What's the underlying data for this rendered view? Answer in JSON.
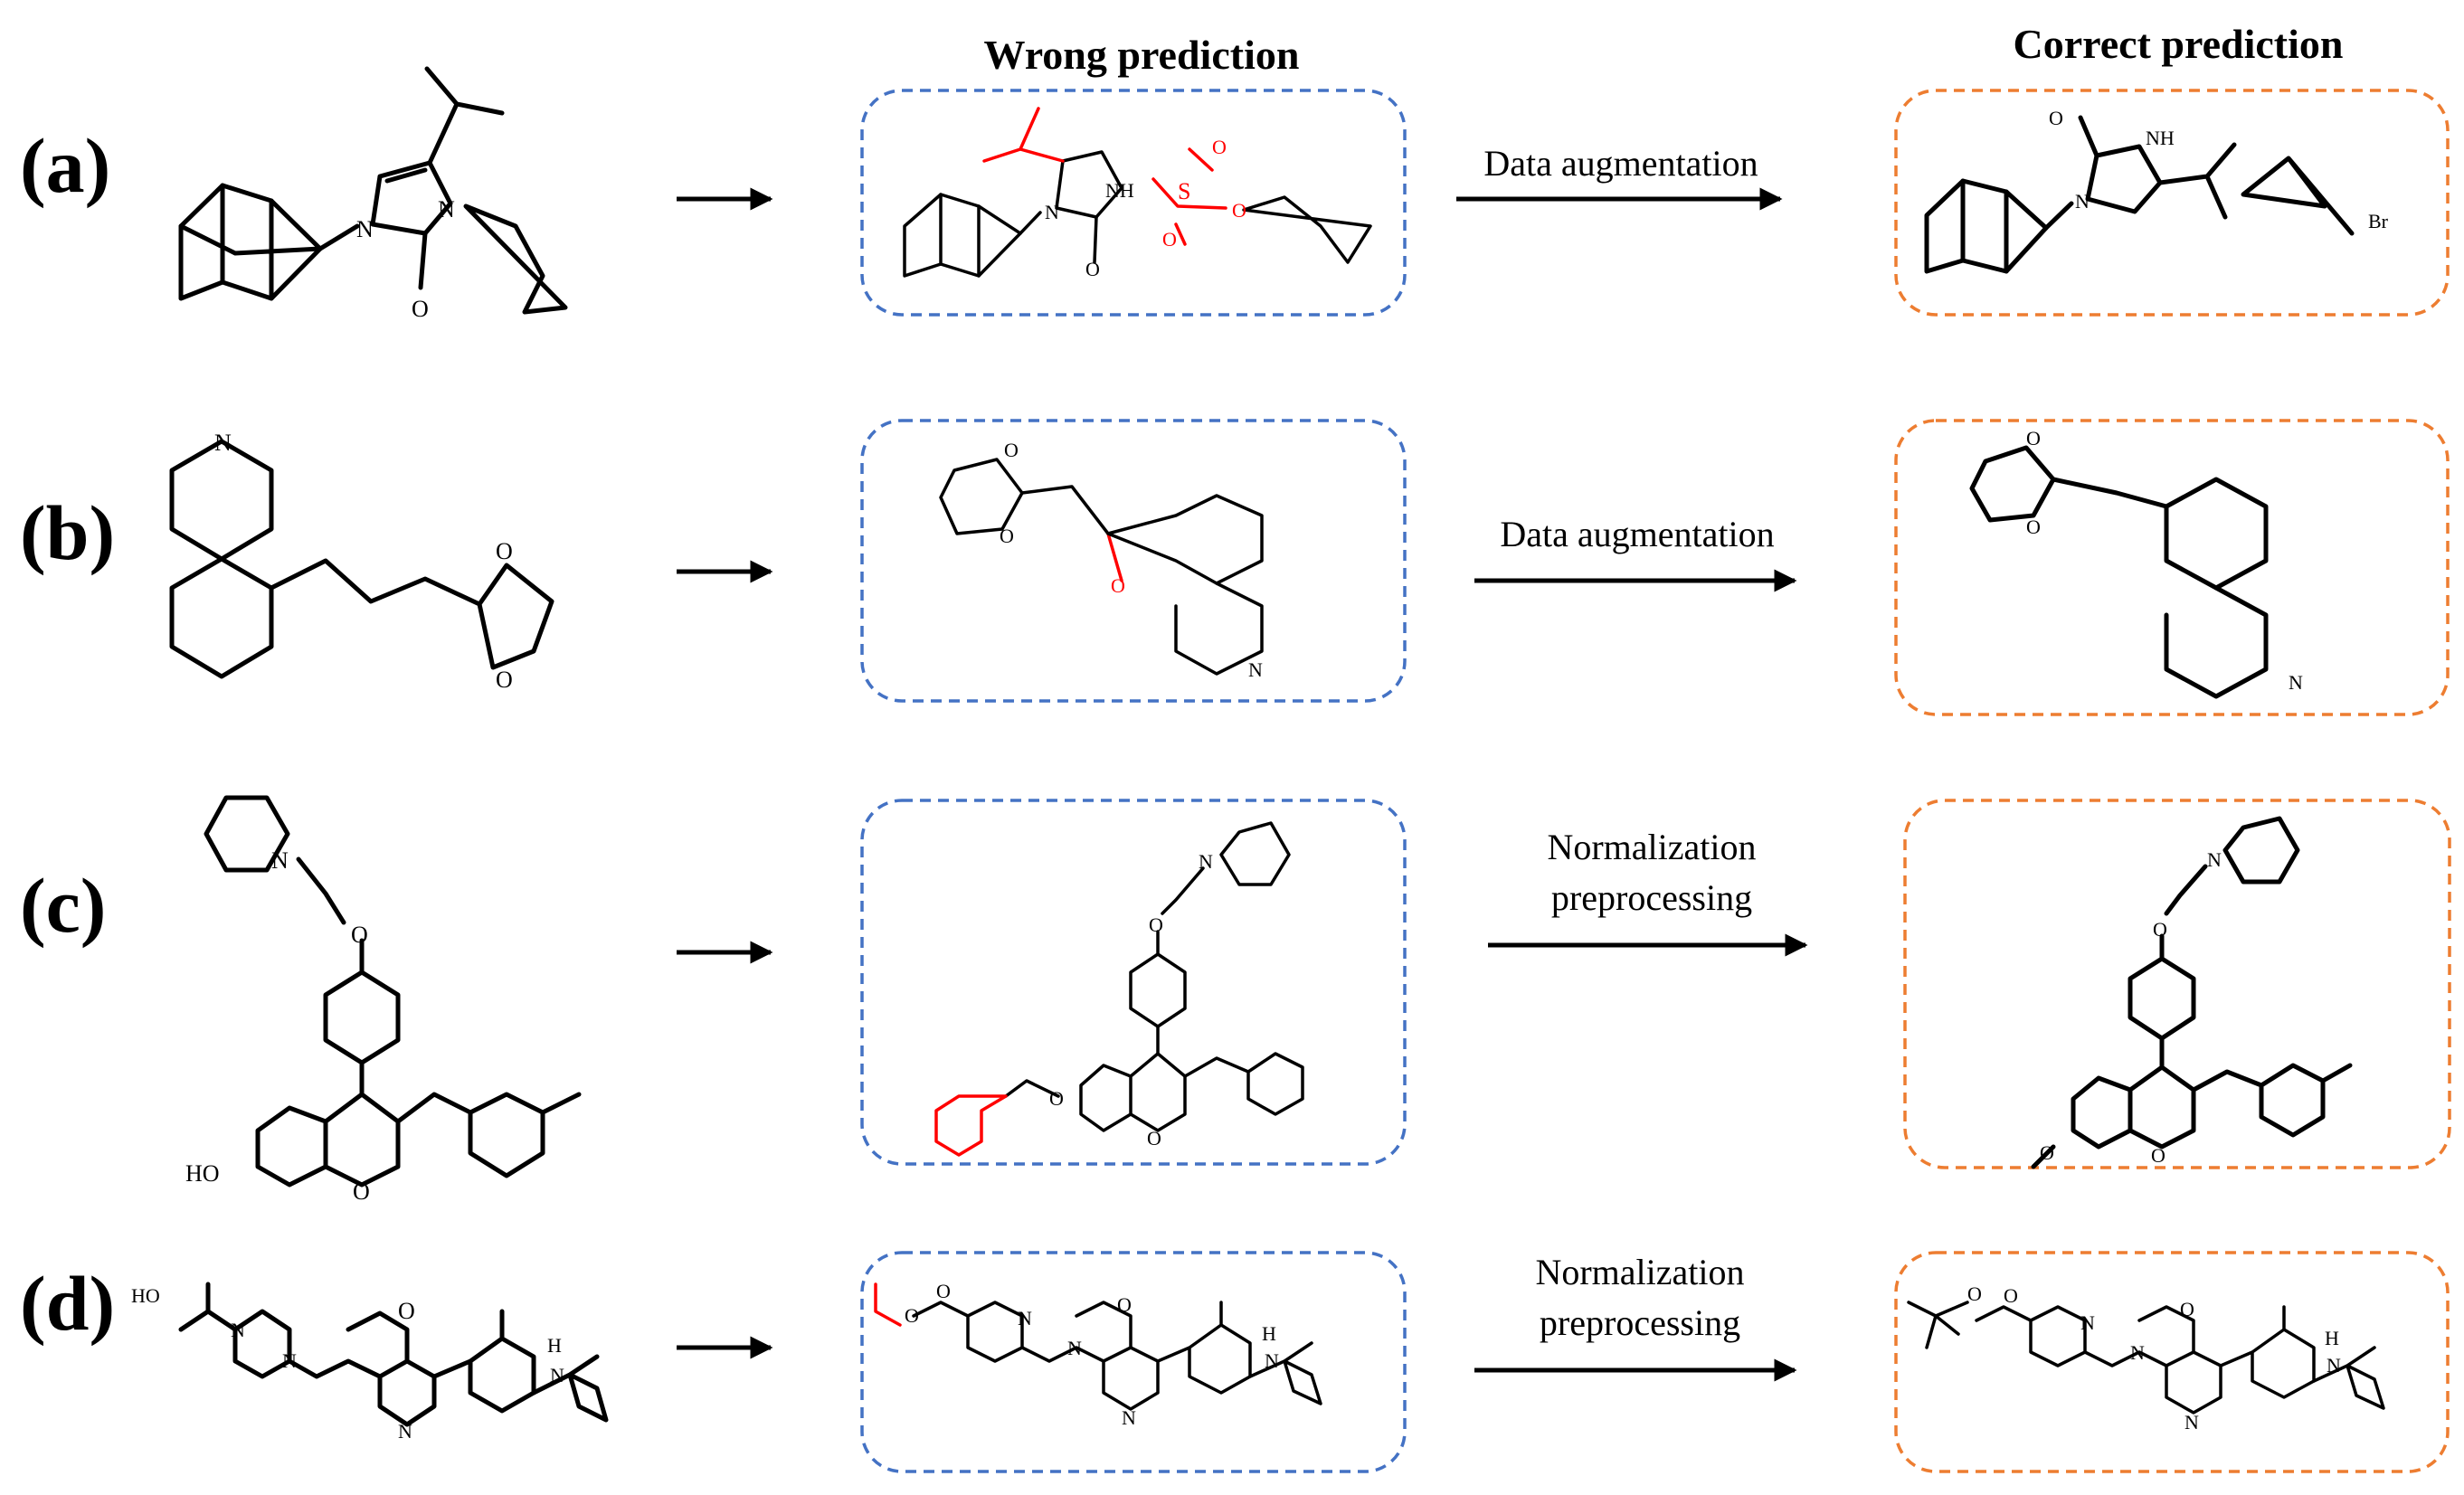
{
  "headers": {
    "wrong": "Wrong prediction",
    "correct": "Correct prediction"
  },
  "rows": [
    {
      "label": "(a)",
      "method_lines": [
        "Data augmentation"
      ]
    },
    {
      "label": "(b)",
      "method_lines": [
        "Data augmentation"
      ]
    },
    {
      "label": "(c)",
      "method_lines": [
        "Normalization",
        "preprocessing"
      ]
    },
    {
      "label": "(d)",
      "method_lines": [
        "Normalization",
        "preprocessing"
      ]
    }
  ],
  "atoms": {
    "N": "N",
    "NH": "NH",
    "O": "O",
    "S": "S",
    "Br": "Br",
    "H": "H",
    "HO": "HO"
  },
  "colors": {
    "wrong_box": "#4472c4",
    "correct_box": "#ed7d31",
    "error_highlight": "#ff0000"
  }
}
